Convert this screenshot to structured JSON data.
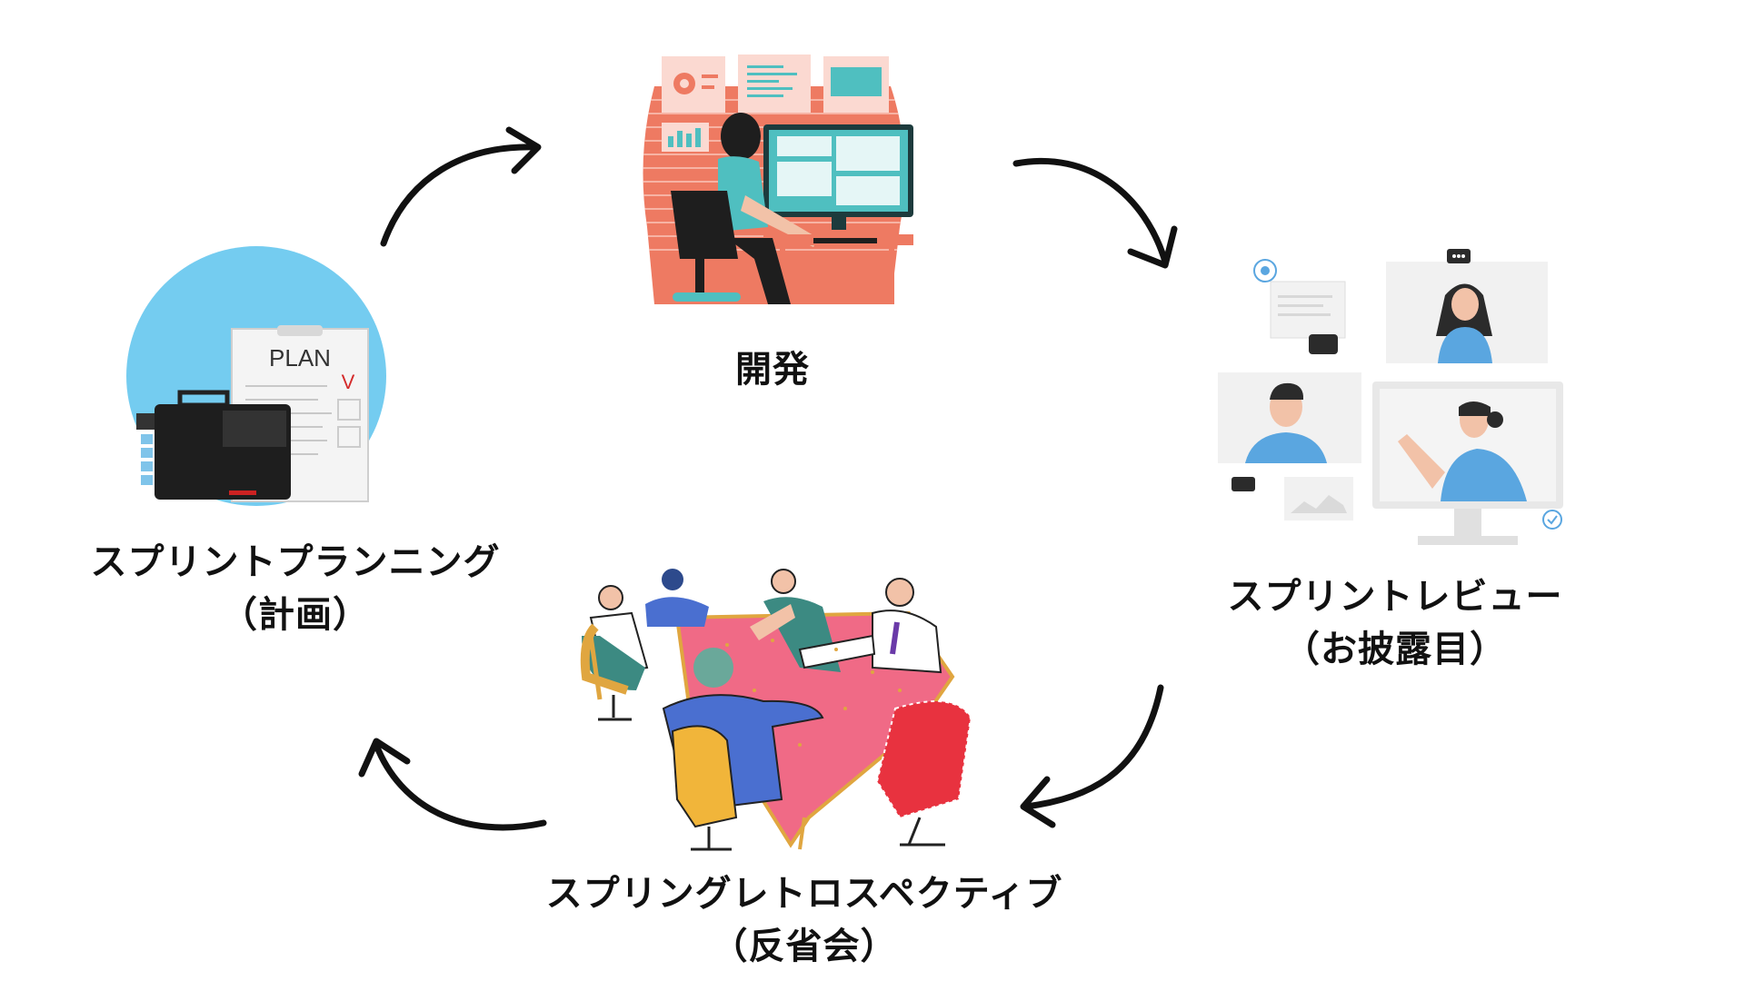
{
  "stages": {
    "planning": {
      "title": "スプリントプランニング",
      "subtitle": "（計画）",
      "icon_text": "PLAN",
      "icon_mark": "V"
    },
    "development": {
      "title": "開発"
    },
    "review": {
      "title": "スプリントレビュー",
      "subtitle": "（お披露目）"
    },
    "retrospective": {
      "title": "スプリングレトロスペクティブ",
      "subtitle": "（反省会）"
    }
  },
  "colors": {
    "arrow": "#111111",
    "sky": "#74ccf0",
    "salmon": "#ee7a62",
    "teal": "#4fbfc0",
    "blue_shirt": "#5aa6e0",
    "table_pink": "#f06a86",
    "chair_red": "#e8323f",
    "chair_yellow": "#f1b53a"
  },
  "icons": [
    "arrow-icon",
    "plan-illustration",
    "developer-illustration",
    "video-call-illustration",
    "meeting-illustration"
  ]
}
